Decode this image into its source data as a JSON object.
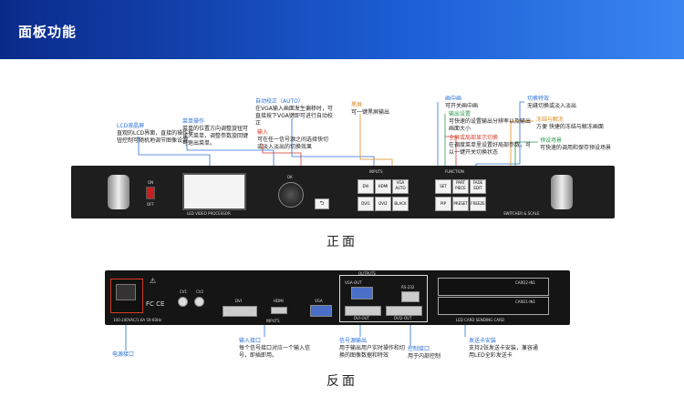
{
  "header": {
    "title": "面板功能"
  },
  "front": {
    "caption": "正面",
    "lcd_label": "LED VIDEO PROCESSOR",
    "brand_right": "SWITCHER & SCALE",
    "on_label": "ON",
    "off_label": "OFF",
    "knob_label": "OK",
    "inputs_title": "INPUTS",
    "function_title": "FUNCTION",
    "input_buttons": [
      "DVI",
      "HDMI",
      "VGA AUTO",
      "DVI1",
      "DVI2",
      "BLACK"
    ],
    "function_buttons": [
      "SET",
      "PART PIECE",
      "FADE EDIT",
      "PIP",
      "PRESET",
      "FREEZE"
    ]
  },
  "back": {
    "caption": "反面",
    "outputs_title": "OUTPUTS",
    "inputs_title": "INPUTS",
    "labels": [
      "CV1",
      "CV2",
      "DVI",
      "HDMI",
      "VGA",
      "VGA-OUT",
      "RS-232",
      "DVI-OUT",
      "DVI2-OUT",
      "CARD2-IN1",
      "CARD1-IN1",
      "LED CARD SENDING CARD"
    ],
    "power_spec": "100-240VAC/1.6A 50-60Hz"
  },
  "annotations": {
    "lcd": {
      "title": "LCD液晶屏",
      "text": "直观的LCD界面，直接的操作按钮控制可随机地调节图像设置。"
    },
    "menu": {
      "title": "菜单操作",
      "text": "菜单的位置方向调整旋钮可读入菜单，调整参数旋回键可退出菜单。"
    },
    "input": {
      "title": "输入",
      "text": "可在任一信号源之间选择快切或淡入淡出的切换效果"
    },
    "auto": {
      "title": "自动校正（AUTO）",
      "text": "在VGA输入画面发生偏移时，可直接按下VGA键即可进行自动校正"
    },
    "black": {
      "title": "黑屏",
      "text": "可一键黑屏输出"
    },
    "center": {
      "title": "画中画",
      "text": "可开关画中画"
    },
    "output_setting": {
      "title": "输出设置",
      "text": "可快速的设置输出分辨率以及输出画面大小"
    },
    "fullscreen": {
      "title": "全屏或局部显示切换",
      "text": "在调度菜单里设置好局部参数，可以一键开关切换状态"
    },
    "switch_effect": {
      "title": "切换特效",
      "text": "无缝切换或淡入淡出"
    },
    "freeze": {
      "title": "冻结与解冻",
      "text": "方便 快捷的冻结与解冻画面"
    },
    "preset": {
      "title": "预设场景",
      "text": "可快速的调用和保存预设场景"
    },
    "power": {
      "title": "电源接口",
      "text": ""
    },
    "input_port": {
      "title": "输入接口",
      "text": "每个信号接口对应一个输入信号，即插即用。"
    },
    "signal_out": {
      "title": "信号源输出",
      "text": "用于输出用户实时操作和切换的图像数据和特效"
    },
    "control": {
      "title": "控制接口",
      "text": "用于内部控制"
    },
    "card": {
      "title": "发送卡安装",
      "text": "支持2张发送卡安装，兼容通用LED全彩发送卡"
    }
  },
  "colors": {
    "header_start": "#0a2a8a",
    "header_end": "#3a86f0",
    "accent_blue": "#2b6fd6",
    "accent_orange": "#e08a1e",
    "accent_red": "#d63a2a",
    "panel": "#1e1e1e"
  }
}
